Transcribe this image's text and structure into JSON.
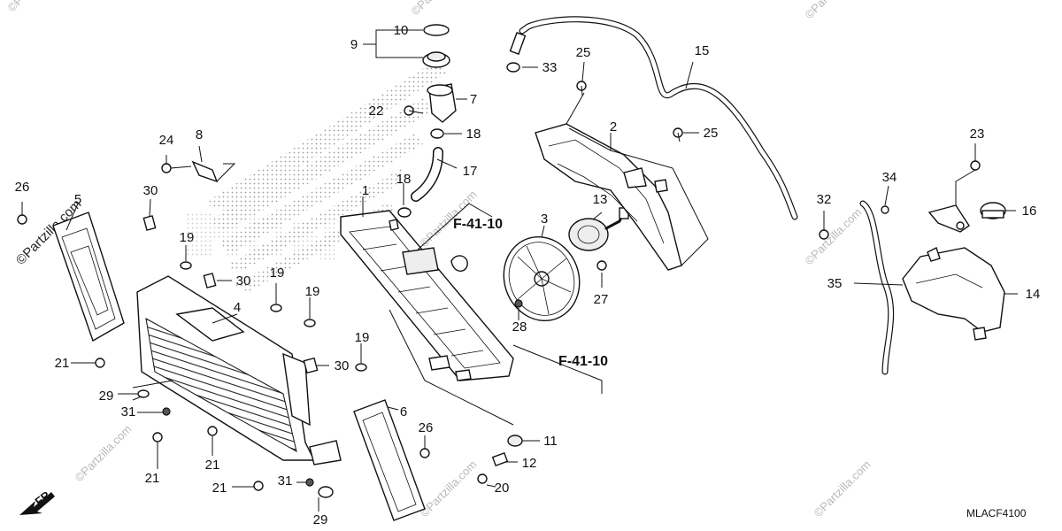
{
  "callouts": [
    {
      "id": "c-10",
      "label": "10"
    },
    {
      "id": "c-9",
      "label": "9"
    },
    {
      "id": "c-33",
      "label": "33"
    },
    {
      "id": "c-25a",
      "label": "25"
    },
    {
      "id": "c-15",
      "label": "15"
    },
    {
      "id": "c-7",
      "label": "7"
    },
    {
      "id": "c-22",
      "label": "22"
    },
    {
      "id": "c-18a",
      "label": "18"
    },
    {
      "id": "c-2",
      "label": "2"
    },
    {
      "id": "c-25b",
      "label": "25"
    },
    {
      "id": "c-24",
      "label": "24"
    },
    {
      "id": "c-8",
      "label": "8"
    },
    {
      "id": "c-17",
      "label": "17"
    },
    {
      "id": "c-23",
      "label": "23"
    },
    {
      "id": "c-26a",
      "label": "26"
    },
    {
      "id": "c-30a",
      "label": "30"
    },
    {
      "id": "c-18b",
      "label": "18"
    },
    {
      "id": "c-1",
      "label": "1"
    },
    {
      "id": "c-5",
      "label": "5"
    },
    {
      "id": "c-13",
      "label": "13"
    },
    {
      "id": "c-34",
      "label": "34"
    },
    {
      "id": "c-32",
      "label": "32"
    },
    {
      "id": "c-16",
      "label": "16"
    },
    {
      "id": "c-3",
      "label": "3"
    },
    {
      "id": "c-19a",
      "label": "19"
    },
    {
      "id": "c-30b",
      "label": "30"
    },
    {
      "id": "c-19b",
      "label": "19"
    },
    {
      "id": "c-19c",
      "label": "19"
    },
    {
      "id": "c-35",
      "label": "35"
    },
    {
      "id": "c-27",
      "label": "27"
    },
    {
      "id": "c-14",
      "label": "14"
    },
    {
      "id": "c-4",
      "label": "4"
    },
    {
      "id": "c-28",
      "label": "28"
    },
    {
      "id": "c-19d",
      "label": "19"
    },
    {
      "id": "c-21a",
      "label": "21"
    },
    {
      "id": "c-30c",
      "label": "30"
    },
    {
      "id": "c-29a",
      "label": "29"
    },
    {
      "id": "c-31a",
      "label": "31"
    },
    {
      "id": "c-6",
      "label": "6"
    },
    {
      "id": "c-26b",
      "label": "26"
    },
    {
      "id": "c-11",
      "label": "11"
    },
    {
      "id": "c-21b",
      "label": "21"
    },
    {
      "id": "c-21c",
      "label": "21"
    },
    {
      "id": "c-12",
      "label": "12"
    },
    {
      "id": "c-21d",
      "label": "21"
    },
    {
      "id": "c-31b",
      "label": "31"
    },
    {
      "id": "c-20",
      "label": "20"
    },
    {
      "id": "c-29b",
      "label": "29"
    }
  ],
  "section_refs": [
    "F-41-10",
    "F-41-10"
  ],
  "direction_label": "FR.",
  "diagram_code": "MLACF4100",
  "watermarks": {
    "main": "©Partzilla.com",
    "small": "©Partzilla.com"
  },
  "colors": {
    "ink": "#111111",
    "watermark": "#b9b9b9",
    "honda_dots": "#9a9a9a"
  }
}
